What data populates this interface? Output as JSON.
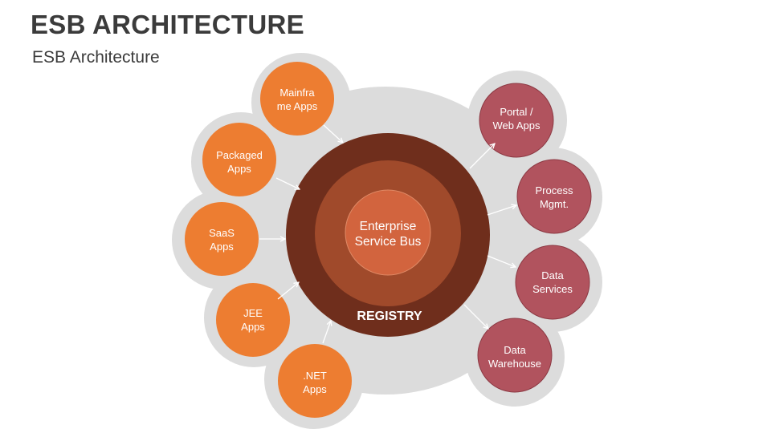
{
  "slide": {
    "title": "ESB ARCHITECTURE",
    "subtitle": "ESB Architecture"
  },
  "colors": {
    "orange": "#ed7d31",
    "maroon": "#b1535e",
    "halo": "#dcdcdc",
    "ring_outer": "#6f2e1c",
    "ring_middle": "#a04a2b",
    "ring_inner": "#d2643e",
    "text_dark": "#3b3b3b"
  },
  "diagram": {
    "core_line1": "Enterprise",
    "core_line2": "Service Bus",
    "registry": "REGISTRY",
    "inputs": [
      {
        "line1": "Mainfra",
        "line2": "me Apps"
      },
      {
        "line1": "Packaged",
        "line2": "Apps"
      },
      {
        "line1": "SaaS",
        "line2": "Apps"
      },
      {
        "line1": "JEE",
        "line2": "Apps"
      },
      {
        "line1": ".NET",
        "line2": "Apps"
      }
    ],
    "outputs": [
      {
        "line1": "Portal /",
        "line2": "Web Apps"
      },
      {
        "line1": "Process",
        "line2": "Mgmt."
      },
      {
        "line1": "Data",
        "line2": "Services"
      },
      {
        "line1": "Data",
        "line2": "Warehouse"
      }
    ]
  }
}
